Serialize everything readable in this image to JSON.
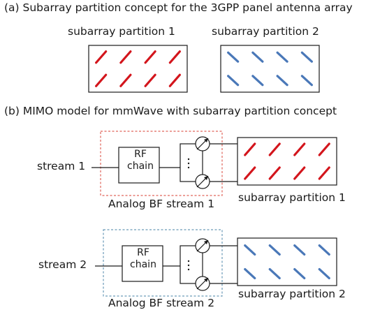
{
  "caption_a": "(a) Subarray partition concept for the 3GPP panel antenna array",
  "caption_b": "(b) MIMO model for mmWave with subarray partition concept",
  "partition_1_label": "subarray partition 1",
  "partition_2_label": "subarray partition 2",
  "chain_1": {
    "stream_label": "stream 1",
    "rf_line1": "RF",
    "rf_line2": "chain",
    "analog_label": "Analog BF stream 1",
    "partition_label": "subarray partition 1"
  },
  "chain_2": {
    "stream_label": "stream 2",
    "rf_line1": "RF",
    "rf_line2": "chain",
    "analog_label": "Analog BF stream 2",
    "partition_label": "subarray partition 2"
  },
  "colors": {
    "partition_1": "#d3151c",
    "partition_2": "#4a78b8",
    "analog_box_1": "#e0645a",
    "analog_box_2": "#6a9ab8",
    "line": "#1a1a1a"
  },
  "elements": {
    "partition_1_orientation": "rising",
    "partition_2_orientation": "falling",
    "rows": 2,
    "columns": 4
  }
}
